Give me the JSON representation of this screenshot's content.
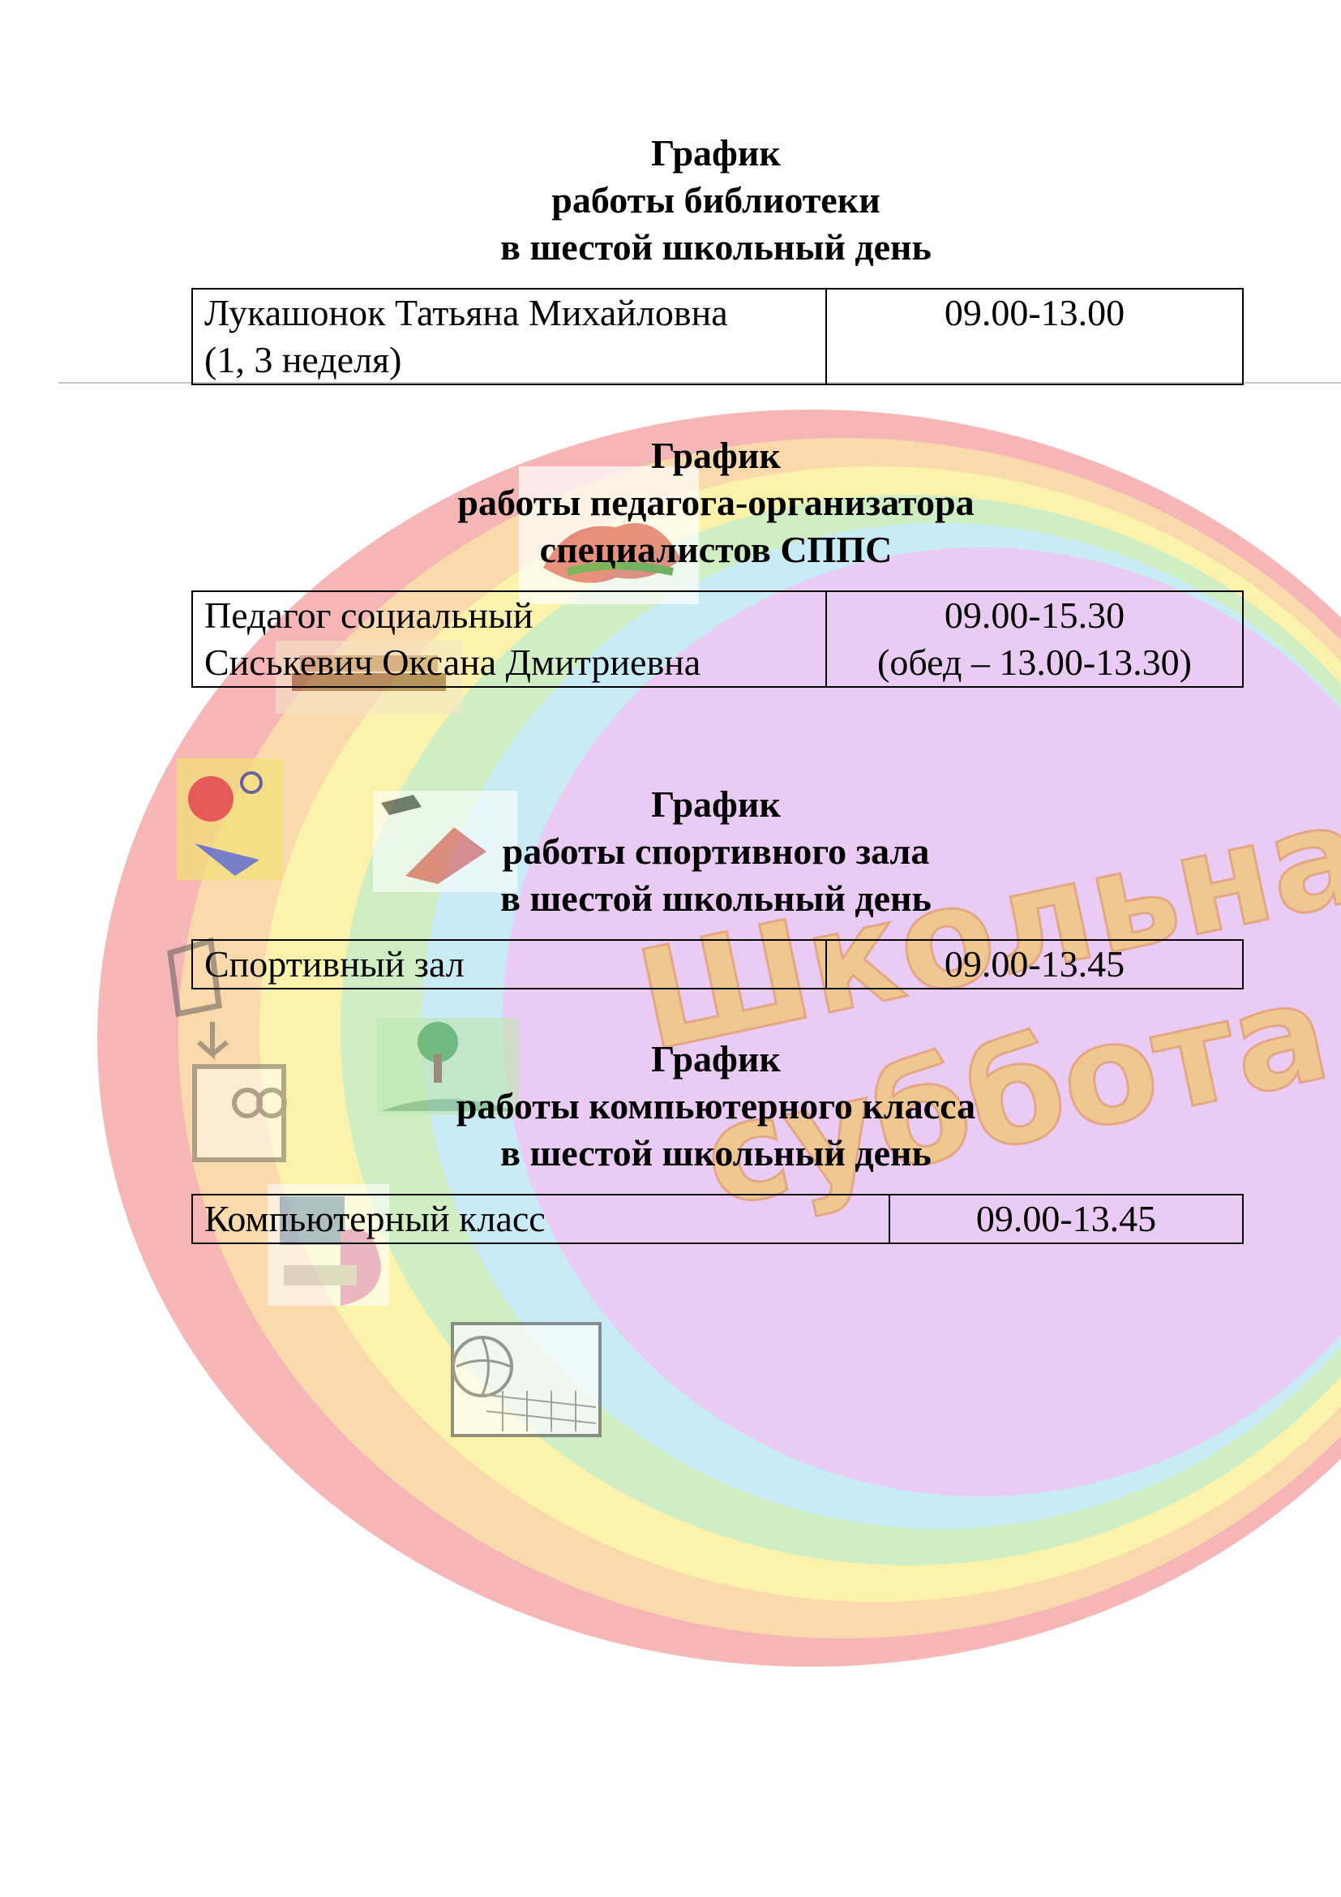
{
  "sections": [
    {
      "heading": [
        "График",
        "работы библиотеки",
        "в шестой школьный день"
      ],
      "row": {
        "name": [
          "Лукашонок Татьяна Михайловна",
          "(1, 3 неделя)"
        ],
        "time": [
          "09.00-13.00"
        ]
      }
    },
    {
      "heading": [
        "График",
        "работы педагога-организатора",
        "специалистов СППС"
      ],
      "row": {
        "name": [
          "Педагог социальный",
          "Сиськевич Оксана Дмитриевна"
        ],
        "time": [
          "09.00-15.30",
          "(обед – 13.00-13.30)"
        ]
      }
    },
    {
      "heading": [
        "График",
        "работы спортивного зала",
        "в шестой школьный день"
      ],
      "row": {
        "name": [
          "Спортивный зал"
        ],
        "time": [
          "09.00-13.45"
        ]
      }
    },
    {
      "heading": [
        "График",
        "работы компьютерного класса",
        "в шестой школьный день"
      ],
      "row": {
        "name": [
          "Компьютерный класс"
        ],
        "time": [
          "09.00-13.45"
        ]
      }
    }
  ],
  "watermark": {
    "word_art": [
      "Школьная",
      "суббота"
    ],
    "colors": {
      "red": "#f6b3b3",
      "orange": "#fad8a8",
      "yellow": "#fbf3a8",
      "green": "#cdeec0",
      "cyan": "#c6eaf6",
      "violet": "#e9c9f3"
    },
    "clipart_icons": [
      "belarus-map-icon",
      "books-icon",
      "balloon-icon",
      "graduation-icon",
      "book-arrow-icon",
      "face-icon",
      "landscape-icon",
      "computer-icon",
      "volleyball-icon"
    ]
  }
}
